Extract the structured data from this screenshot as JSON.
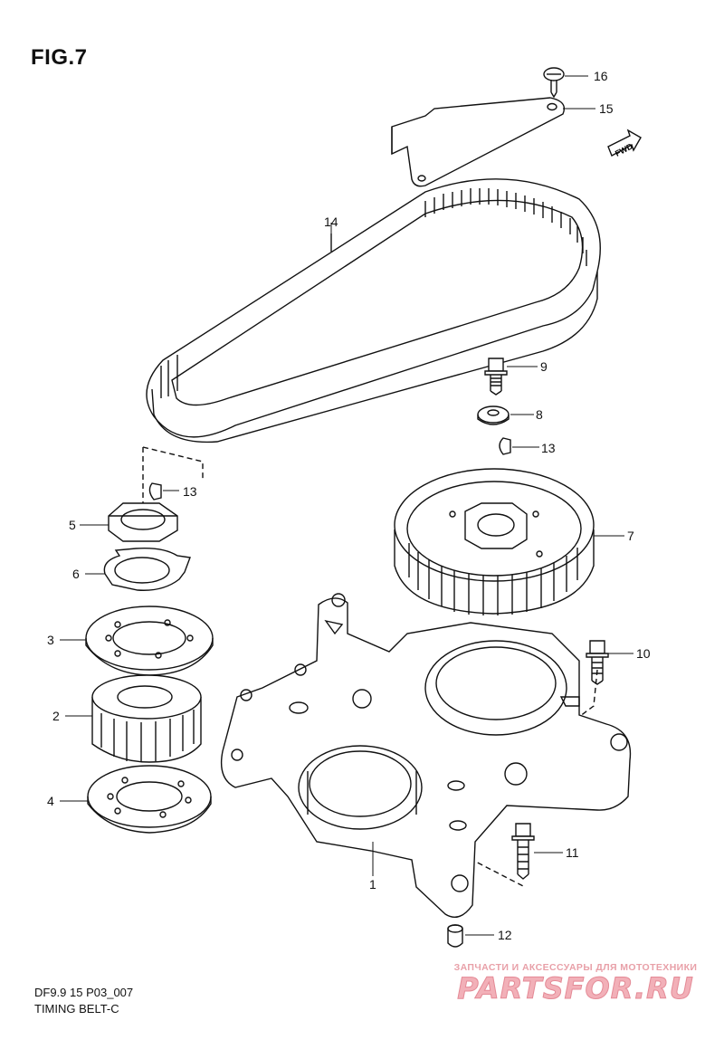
{
  "figure": {
    "title": "FIG.7",
    "code": "DF9.9 15 P03_007",
    "caption": "TIMING BELT-C",
    "fwd_label": "FWD"
  },
  "parts": [
    {
      "id": "p1",
      "label": "1"
    },
    {
      "id": "p2",
      "label": "2"
    },
    {
      "id": "p3",
      "label": "3"
    },
    {
      "id": "p4",
      "label": "4"
    },
    {
      "id": "p5",
      "label": "5"
    },
    {
      "id": "p6",
      "label": "6"
    },
    {
      "id": "p7",
      "label": "7"
    },
    {
      "id": "p8",
      "label": "8"
    },
    {
      "id": "p9",
      "label": "9"
    },
    {
      "id": "p10",
      "label": "10"
    },
    {
      "id": "p11",
      "label": "11"
    },
    {
      "id": "p12",
      "label": "12"
    },
    {
      "id": "p13a",
      "label": "13"
    },
    {
      "id": "p13b",
      "label": "13"
    },
    {
      "id": "p14",
      "label": "14"
    },
    {
      "id": "p15",
      "label": "15"
    },
    {
      "id": "p16",
      "label": "16"
    }
  ],
  "watermark": {
    "tagline": "ЗАПЧАСТИ И АКСЕССУАРЫ ДЛЯ МОТОТЕХНИКИ",
    "logo": "PARTSFOR.RU"
  }
}
